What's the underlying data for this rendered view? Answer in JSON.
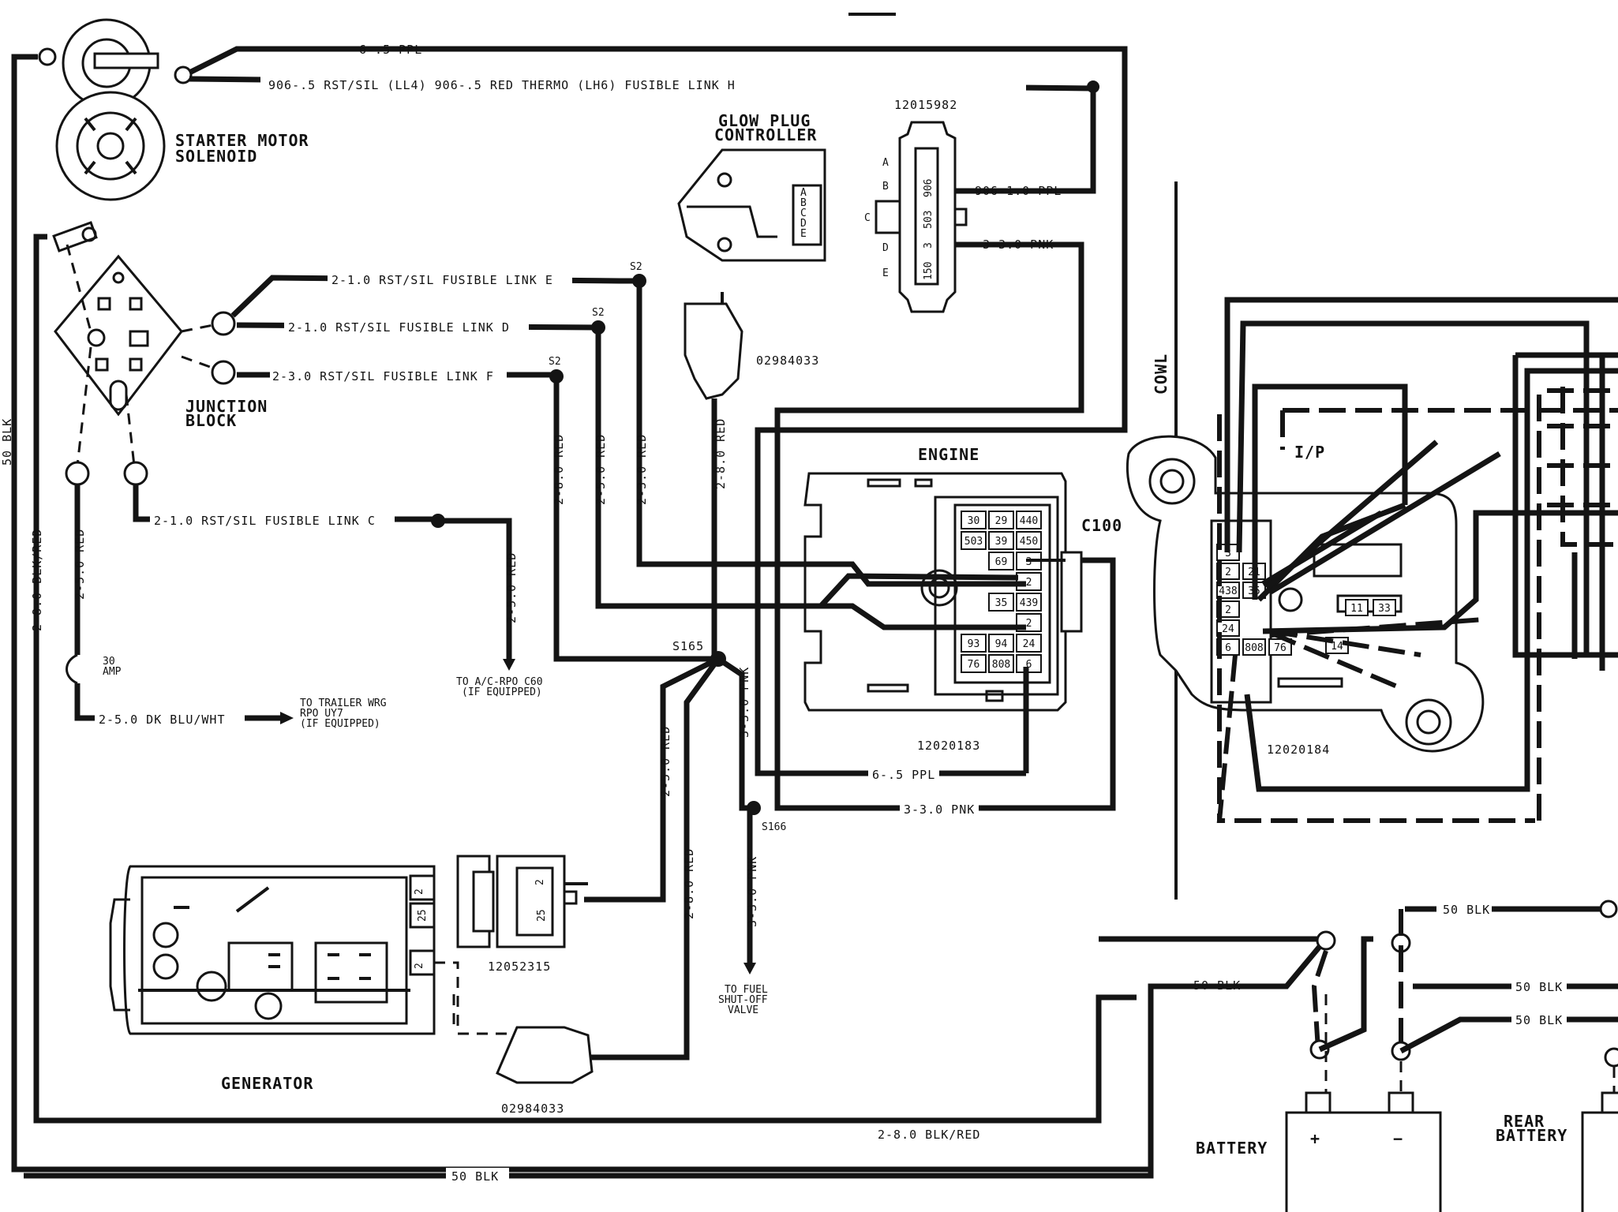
{
  "components": {
    "starter_motor": "STARTER MOTOR\nSOLENOID",
    "glow_plug_controller": "GLOW PLUG\nCONTROLLER",
    "glow_plug_connector_pn": "12015982",
    "glow_plug_pins": [
      "A",
      "B",
      "C",
      "D",
      "E"
    ],
    "glow_plug_cavities": [
      "906",
      "503",
      "3",
      "150"
    ],
    "glow_controller_pins": "A\nB\nC\nD\nE",
    "junction_block": "JUNCTION\nBLOCK",
    "connector_top_pn": "02984033",
    "engine": "ENGINE",
    "c100": "C100",
    "c100_engine_pn": "12020183",
    "c100_ip_pn": "12020184",
    "ip": "I/P",
    "cowl": "COWL",
    "generator": "GENERATOR",
    "generator_conn_pn": "12052315",
    "generator_conn_bottom_pn": "02984033",
    "generator_terminals": [
      "2",
      "25",
      "2"
    ],
    "gen_conn_cavities": [
      "2",
      "25"
    ],
    "battery": "BATTERY",
    "rear_battery": "REAR\nBATTERY",
    "battery_plus": "+",
    "battery_minus": "−",
    "fuse_30amp": "30\nAMP"
  },
  "c100_engine_cells": [
    [
      "30",
      "29",
      "440"
    ],
    [
      "503",
      "39",
      "450"
    ],
    [
      "",
      "69",
      "3"
    ],
    [
      "",
      "",
      "2"
    ],
    [
      "",
      "35",
      "439"
    ],
    [
      "",
      "",
      "2"
    ],
    [
      "93",
      "94",
      "24"
    ],
    [
      "76",
      "808",
      "6"
    ]
  ],
  "c100_ip_cells": [
    "3",
    "2",
    "438",
    "2",
    "24",
    "6",
    "21",
    "35",
    "808",
    "76",
    "11",
    "33",
    "14"
  ],
  "splices": [
    "S2",
    "S2",
    "S2",
    "S165",
    "S166"
  ],
  "wires": {
    "w_ppl_top": "6-.5 PPL",
    "w_906_rst": "906-.5 RST/SIL  (LL4)   906-.5 RED THERMO  (LH6)  FUSIBLE LINK H",
    "w_906_ppl": "906-1.0 PPL",
    "w_3_pnk": "3-3.0 PNK",
    "w_link_e": "2-1.0 RST/SIL FUSIBLE LINK E",
    "w_link_d": "2-1.0 RST/SIL FUSIBLE LINK D",
    "w_link_f": "2-3.0 RST/SIL FUSIBLE LINK F",
    "w_link_c": "2-1.0 RST/SIL FUSIBLE LINK C",
    "w_50blk_left": "50 BLK",
    "w_28_blkred_left": "2-8.0 BLK/RED",
    "w_25_red_left": "2-5.0 RED",
    "w_25_dkblu": "2-5.0 DK BLU/WHT",
    "to_trailer": "TO TRAILER WRG\nRPO UY7\n(IF EQUIPPED)",
    "w_25_red_ac": "2-5.0 RED",
    "to_ac": "TO A/C-RPO C60\n(IF EQUIPPED)",
    "w_28_red_a": "2-8.0 RED",
    "w_25_red_b": "2-5.0 RED",
    "w_23_red": "2-3.0 RED",
    "w_28_red_c": "2-8.0 RED",
    "w_33_pnk_v": "3-3.0 PNK",
    "w_ppl_bottom": "6-.5 PPL",
    "w_33_pnk_h": "3-3.0 PNK",
    "w_25_red_gen": "2-5.0 RED",
    "w_28_red_gen": "2-8.0 RED",
    "w_33_pnk_fuel": "3-3.0 PNK",
    "to_fuel": "TO FUEL\nSHUT-OFF\nVALVE",
    "w_28_blkred_bottom": "2-8.0 BLK/RED",
    "w_50blk_bottom": "50 BLK",
    "w_50blk_bat": "50 BLK",
    "w_50blk_right_top": "50 BLK",
    "w_50blk_right_mid": "50 BLK",
    "w_50blk_right_low": "50 BLK"
  }
}
